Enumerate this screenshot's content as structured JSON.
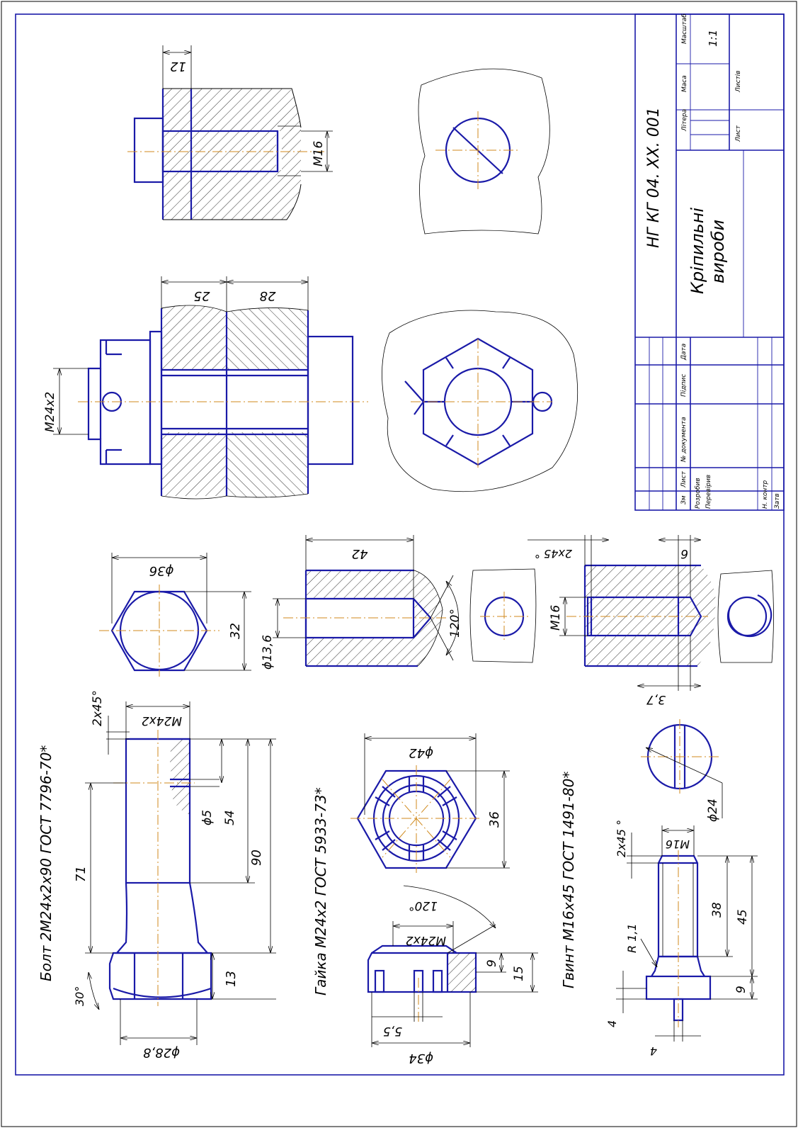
{
  "colors": {
    "part_lines": "#1a1aa8",
    "axis_lines": "#d08a1e",
    "dimension_lines": "#000000",
    "frame": "#1a1aa8"
  },
  "title_block": {
    "designation": "НГ КГ 04. XX. 001",
    "title_line1": "Кріпильні",
    "title_line2": "вироби",
    "col_litera": "Літера",
    "col_masa": "Маса",
    "col_masshtab": "Масштаб",
    "scale_value": "1:1",
    "sheet": "Лист",
    "sheets": "Листів",
    "rev_zm": "Зм",
    "rev_lyst": "Лист",
    "rev_doc": "№ документа",
    "rev_sign": "Підпис",
    "rev_date": "Дата",
    "role_developed": "Розробив",
    "role_checked": "Перевірив",
    "role_norm": "Н. контр",
    "role_approved": "Затв"
  },
  "labels": {
    "bolt": "Болт 2М24х2х90 ГОСТ 7796-70*",
    "nut": "Гайка М24х2 ГОСТ 5933-73*",
    "screw": "Гвинт М16х45 ГОСТ 1491-80*"
  },
  "dims": {
    "d12": "12",
    "m16_top": "М16",
    "d25": "25",
    "d28": "28",
    "m24x2_left": "М24х2",
    "phi36": "ϕ36",
    "d32": "32",
    "d42": "42",
    "phi13_6": "ϕ13,6",
    "a120_hole": "120°",
    "m16_mid": "М16",
    "chamfer_mid": "2х45 °",
    "d6": "6",
    "d3_7": "3,7",
    "chamfer_bolt": "2х45°",
    "m24x2_bolt": "М24х2",
    "phi5": "ϕ5",
    "d54": "54",
    "d71": "71",
    "d90": "90",
    "d13": "13",
    "a30": "30°",
    "phi28_8": "ϕ28,8",
    "phi42": "ϕ42",
    "d36": "36",
    "a120_nut": "120°",
    "m24x2_nut": "М24х2",
    "d9_nut": "9",
    "d15": "15",
    "d5_5": "5,5",
    "phi34": "ϕ34",
    "phi24": "ϕ24",
    "chamfer_screw": "2х45 °",
    "m16_screw": "М16",
    "r1_1": "R 1,1",
    "d38": "38",
    "d45": "45",
    "d9_screw": "9",
    "d4_a": "4",
    "d4_b": "4"
  }
}
